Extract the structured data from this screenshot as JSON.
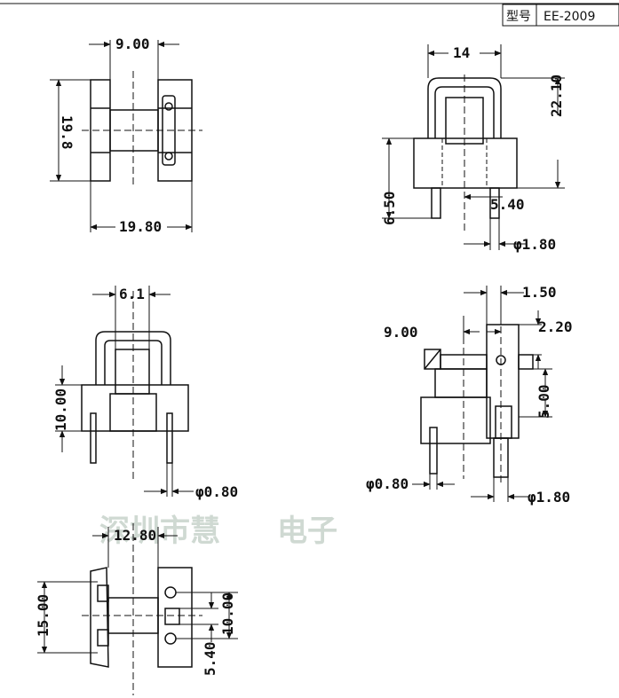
{
  "title_block": {
    "model_label": "型号",
    "model_value": "EE-2009"
  },
  "watermark": {
    "company": "深圳市慧",
    "company_suffix": "电子"
  },
  "views": {
    "top_left": {
      "width_top": "9.00",
      "height": "19.8",
      "width_bottom": "19.80"
    },
    "top_right": {
      "width_top": "14",
      "height_total": "22.10",
      "height_base": "6.50",
      "pin_spacing": "5.40",
      "pin_dia": "φ1.80"
    },
    "mid_left": {
      "width_top": "6.1",
      "height": "10.00",
      "pin_dia": "φ0.80"
    },
    "mid_right": {
      "dim_150": "1.50",
      "dim_900": "9.00",
      "dim_220": "2.20",
      "dim_500": "5.00",
      "pin_small": "φ0.80",
      "pin_large": "φ1.80"
    },
    "bottom_left": {
      "width": "12.80",
      "height_outer": "15.00",
      "height_inner": "10.00",
      "pin_spacing": "5.40"
    }
  }
}
